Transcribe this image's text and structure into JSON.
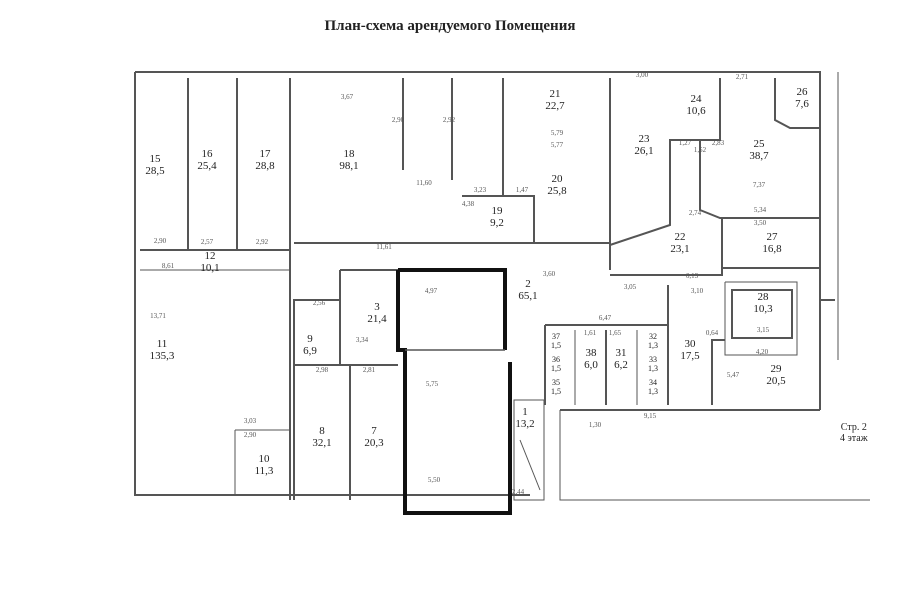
{
  "title": "План-схема арендуемого Помещения",
  "page_label": {
    "page": "Стр. 2",
    "floor": "4 этаж"
  },
  "rooms": [
    {
      "number": "15",
      "area": "28,5"
    },
    {
      "number": "16",
      "area": "25,4"
    },
    {
      "number": "17",
      "area": "28,8"
    },
    {
      "number": "18",
      "area": "98,1"
    },
    {
      "number": "19",
      "area": "9,2"
    },
    {
      "number": "20",
      "area": "25,8"
    },
    {
      "number": "21",
      "area": "22,7"
    },
    {
      "number": "22",
      "area": "23,1"
    },
    {
      "number": "23",
      "area": "26,1"
    },
    {
      "number": "24",
      "area": "10,6"
    },
    {
      "number": "25",
      "area": "38,7"
    },
    {
      "number": "26",
      "area": "7,6"
    },
    {
      "number": "27",
      "area": "16,8"
    },
    {
      "number": "2",
      "area": "65,1"
    },
    {
      "number": "9",
      "area": "6,9"
    },
    {
      "number": "3",
      "area": "21,4"
    },
    {
      "number": "11",
      "area": "135,3"
    },
    {
      "number": "8",
      "area": "32,1"
    },
    {
      "number": "7",
      "area": "20,3"
    },
    {
      "number": "10",
      "area": "11,3"
    },
    {
      "number": "1",
      "area": "13,2"
    },
    {
      "number": "12",
      "area": "10,1"
    },
    {
      "number": "28",
      "area": "10,3"
    },
    {
      "number": "29",
      "area": "20,5"
    },
    {
      "number": "30",
      "area": "17,5"
    },
    {
      "number": "31",
      "area": "6,2"
    },
    {
      "number": "38",
      "area": "6,0"
    },
    {
      "number": "37",
      "area": "1,5"
    },
    {
      "number": "36",
      "area": "1,5"
    },
    {
      "number": "35",
      "area": "1,5"
    },
    {
      "number": "32",
      "area": "1,3"
    },
    {
      "number": "33",
      "area": "1,3"
    },
    {
      "number": "34",
      "area": "1,3"
    }
  ],
  "dimensions": [
    "2,90",
    "2,57",
    "2,92",
    "8,61",
    "3,67",
    "2,90",
    "2,92",
    "11,60",
    "3,23",
    "4,38",
    "5,79",
    "5,77",
    "1,47",
    "3,00",
    "2,71",
    "2,83",
    "1,27",
    "1,52",
    "7,37",
    "5,34",
    "3,50",
    "2,74",
    "6,13",
    "3,05",
    "3,10",
    "3,60",
    "6,47",
    "11,61",
    "2,56",
    "3,34",
    "2,98",
    "2,81",
    "3,03",
    "2,90",
    "4,97",
    "5,75",
    "5,50",
    "2,44",
    "1,30",
    "9,15",
    "3,15",
    "4,20",
    "5,47",
    "13,71",
    "1,65",
    "1,61",
    "0,64"
  ]
}
